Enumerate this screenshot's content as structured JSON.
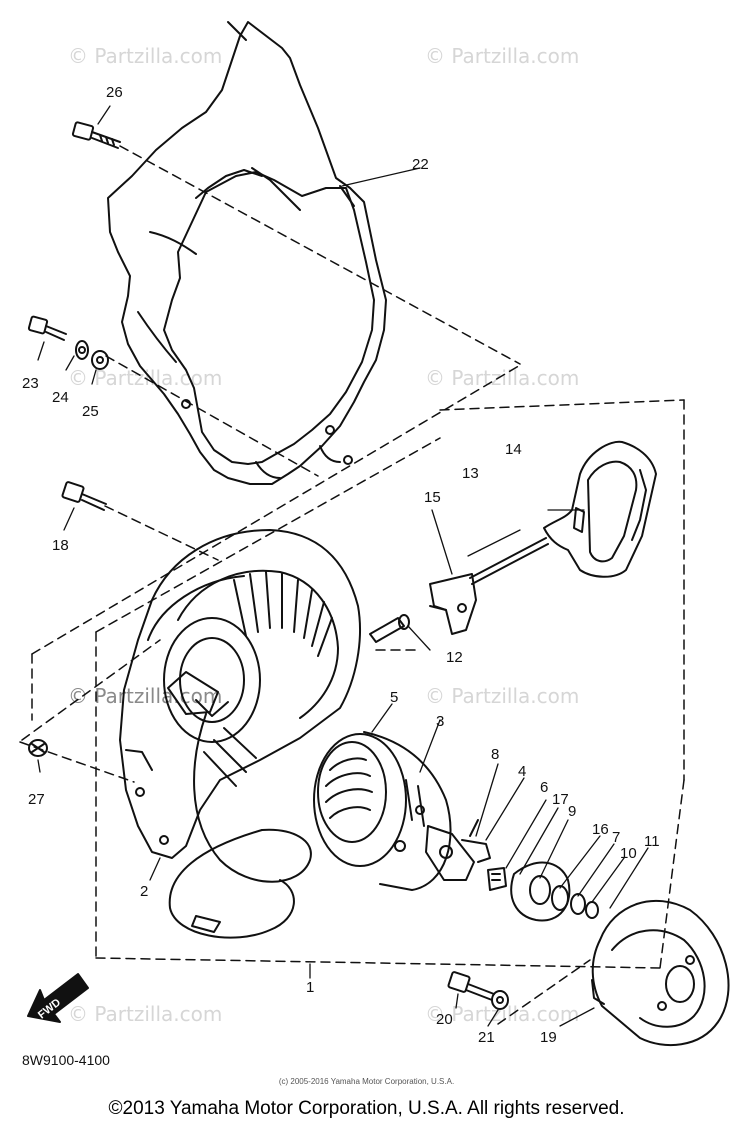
{
  "watermarks": [
    "© Partzilla.com",
    "© Partzilla.com",
    "© Partzilla.com",
    "© Partzilla.com",
    "© Partzilla.com",
    "© Partzilla.com",
    "© Partzilla.com",
    "© Partzilla.com"
  ],
  "callouts": [
    "26",
    "22",
    "23",
    "24",
    "25",
    "18",
    "15",
    "13",
    "14",
    "12",
    "5",
    "3",
    "8",
    "4",
    "6",
    "17",
    "9",
    "16",
    "7",
    "10",
    "11",
    "2",
    "27",
    "1",
    "20",
    "21",
    "19"
  ],
  "diagram_code": "8W9100-4100",
  "fwd_label": "FWD",
  "small_copyright": "(c) 2005-2016 Yamaha Motor Corporation, U.S.A.",
  "footer_copyright": "©2013 Yamaha Motor Corporation, U.S.A. All rights reserved."
}
